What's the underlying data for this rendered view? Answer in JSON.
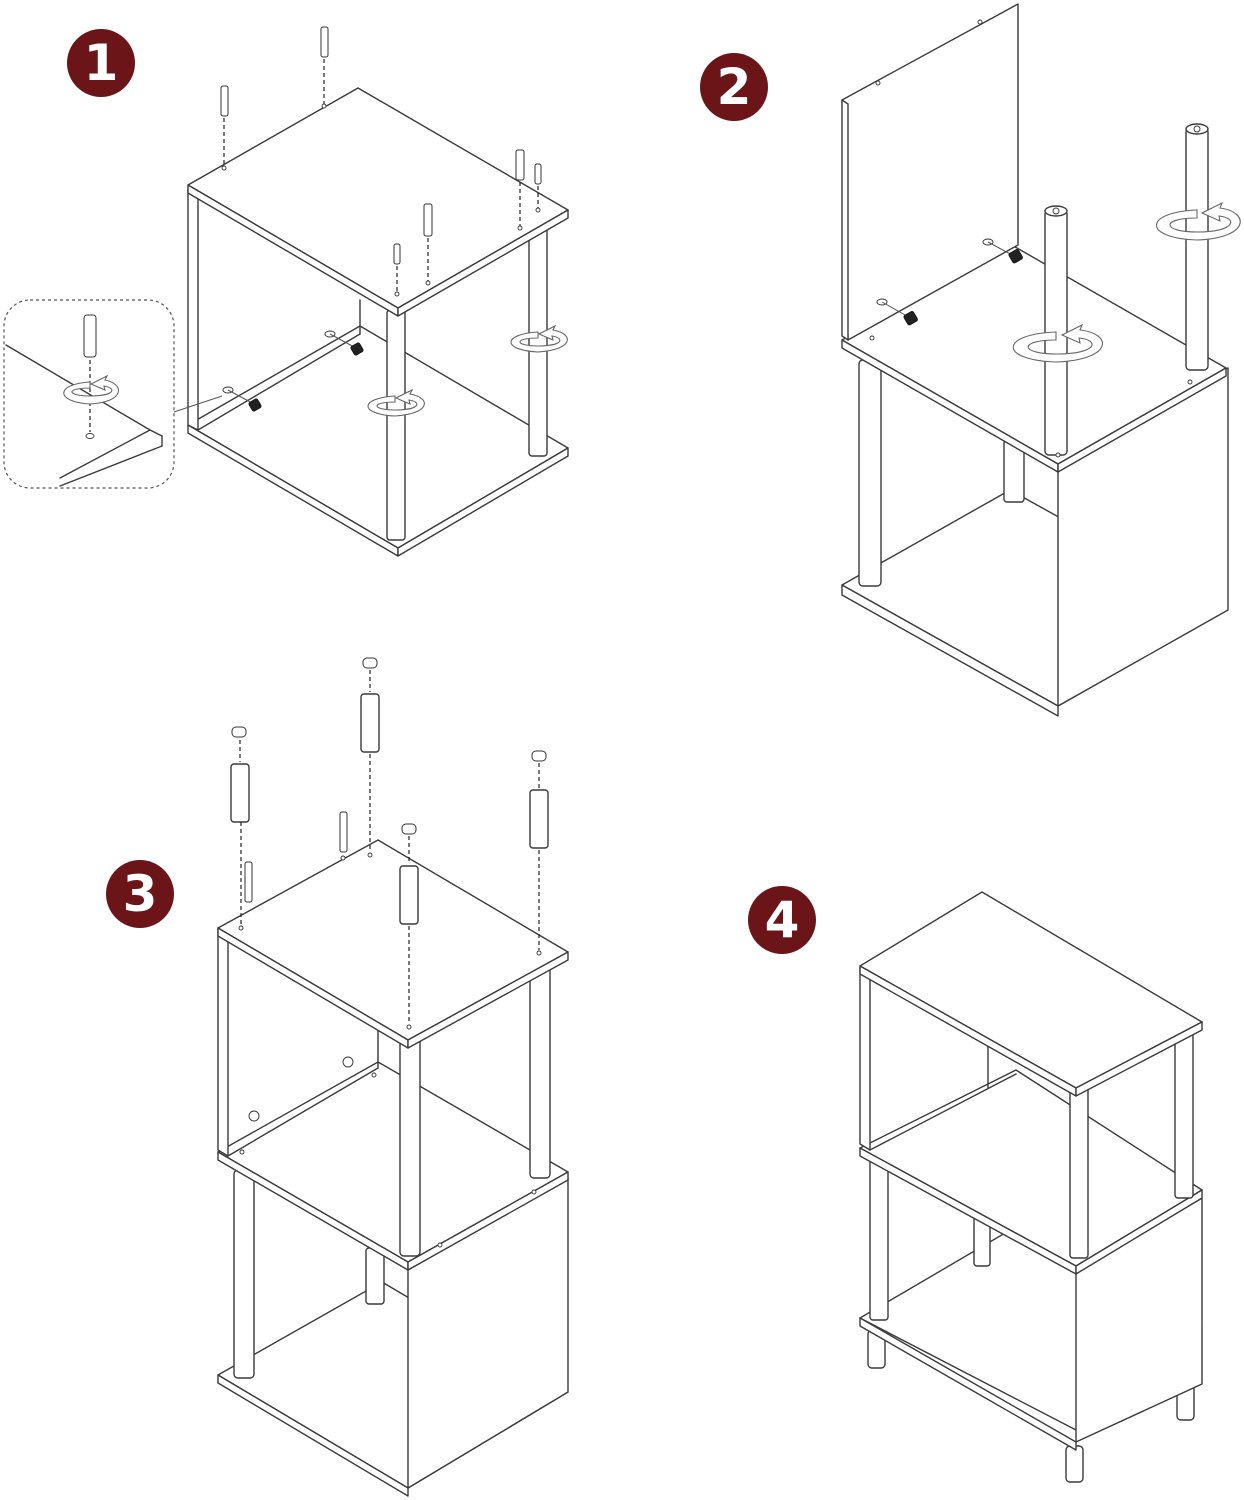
{
  "steps": [
    {
      "number": "1"
    },
    {
      "number": "2"
    },
    {
      "number": "3"
    },
    {
      "number": "4"
    }
  ],
  "colors": {
    "badge": "#6b1518",
    "badge_text": "#ffffff",
    "line": "#3a3a3a",
    "background": "#ffffff"
  }
}
